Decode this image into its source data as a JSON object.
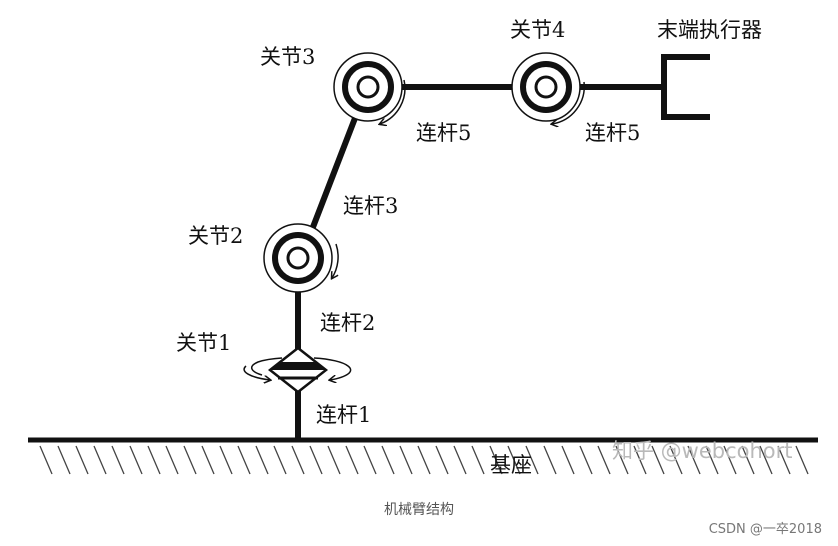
{
  "diagram": {
    "labels": {
      "joint1": "关节1",
      "joint2": "关节2",
      "joint3": "关节3",
      "joint4": "关节4",
      "end_effector": "末端执行器",
      "link1": "连杆1",
      "link2": "连杆2",
      "link3": "连杆3",
      "link5_a": "连杆5",
      "link5_b": "连杆5",
      "base": "基座"
    },
    "watermark": "知乎 @webcohort"
  },
  "caption": "机械臂结构",
  "footer": {
    "source": "CSDN @一卒2018"
  }
}
